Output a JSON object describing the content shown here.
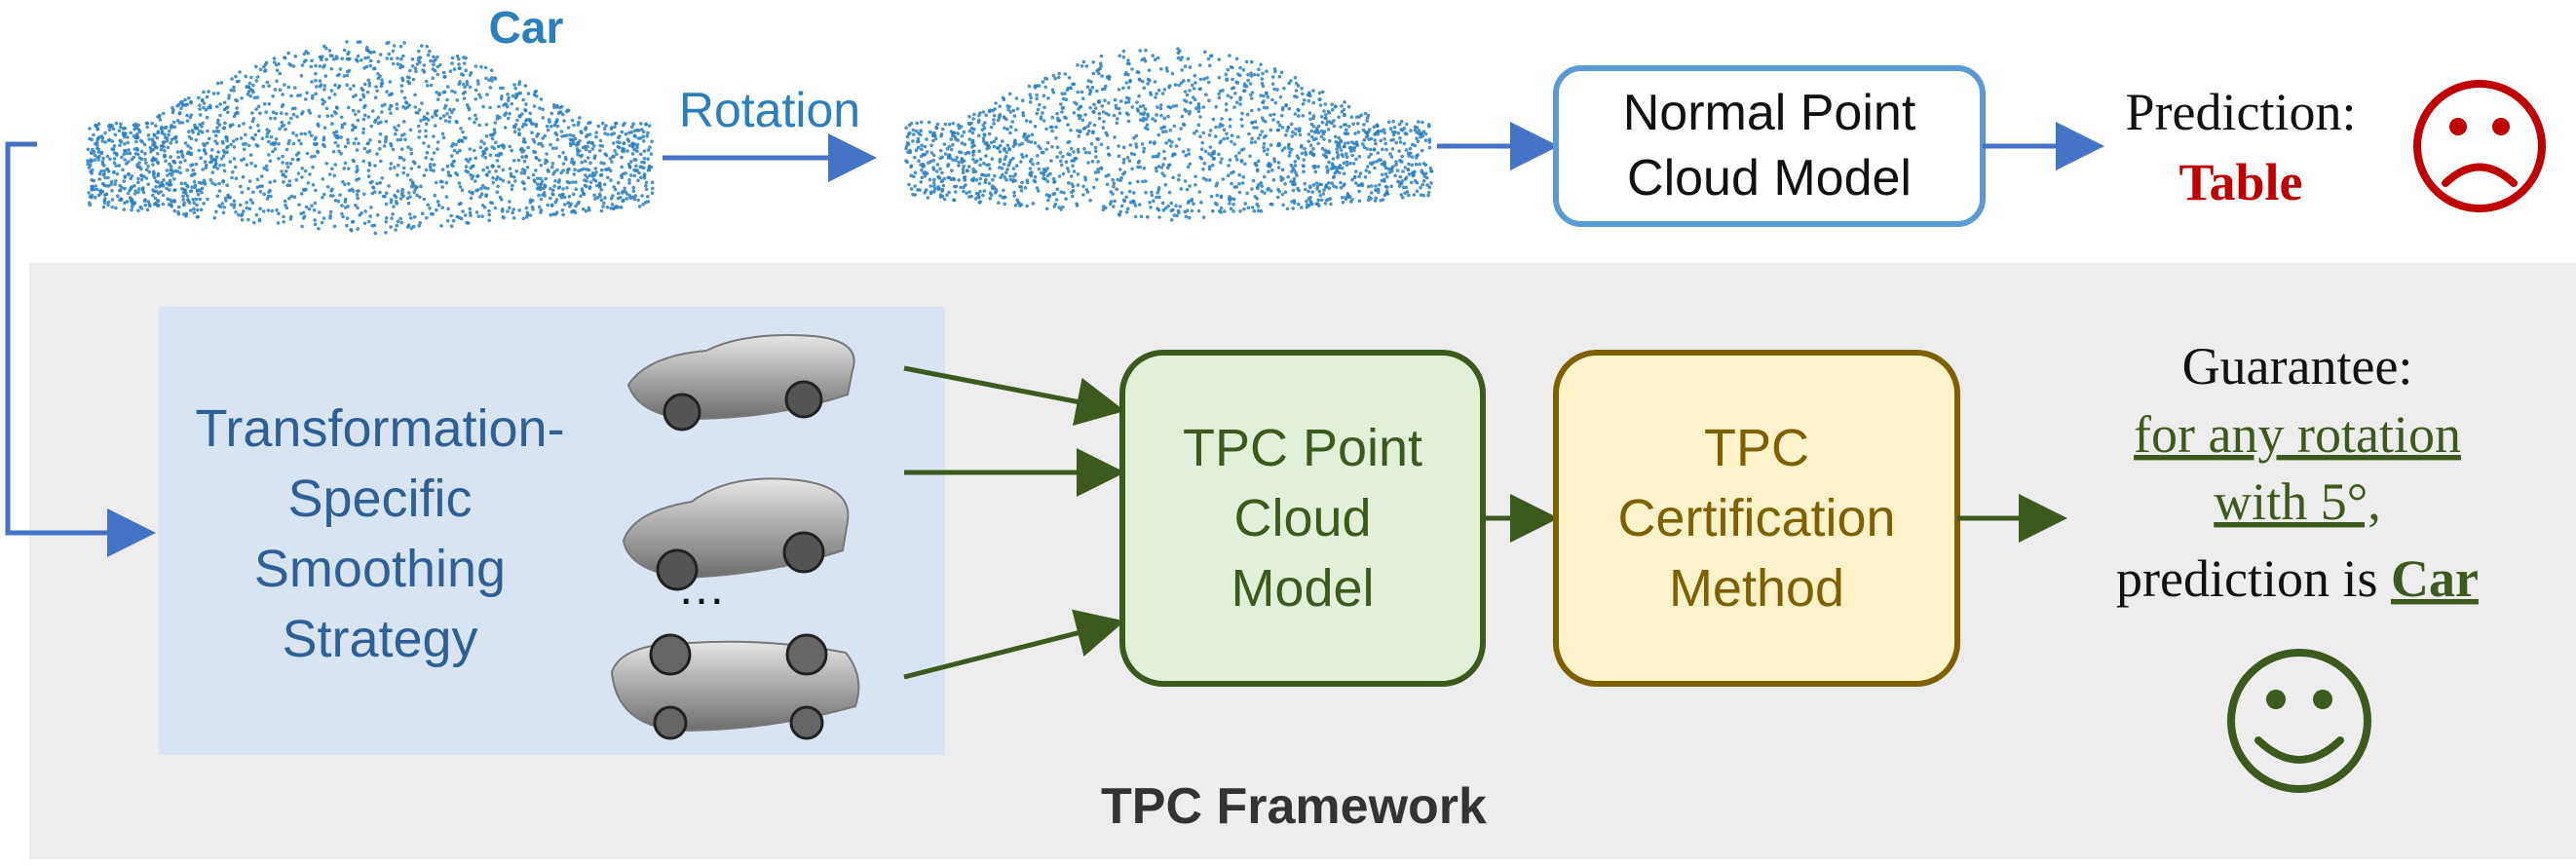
{
  "top": {
    "input_label": "Car",
    "arrow_label": "Rotation",
    "model_line1": "Normal Point",
    "model_line2": "Cloud Model",
    "prediction_label": "Prediction:",
    "prediction_value": "Table"
  },
  "framework": {
    "title": "TPC Framework",
    "smoothing_lines": [
      "Transformation-",
      "Specific",
      "Smoothing",
      "Strategy"
    ],
    "ellipsis": "…",
    "model_lines": [
      "TPC Point",
      "Cloud",
      "Model"
    ],
    "cert_lines": [
      "TPC",
      "Certification",
      "Method"
    ],
    "guarantee_label": "Guarantee:",
    "guarantee_line1": "for any rotation",
    "guarantee_line2": "with 5°,",
    "guarantee_line3_prefix": "prediction is",
    "guarantee_line3_value": "Car"
  },
  "colors": {
    "point_blue": "#2a7fbf",
    "arrow_blue": "#4472c4",
    "sad_red": "#c00000",
    "happy_green": "#3d5a1e",
    "framework_gray": "#ededed",
    "smoothing_blue": "#d9e4f2",
    "model_green": "#e2efd9",
    "cert_yellow": "#fef2cb",
    "cert_border": "#7f6000",
    "text_blue": "#2e5f96"
  },
  "icons": [
    "sad-face-icon",
    "happy-face-icon",
    "car-render-icon",
    "point-cloud-car-icon"
  ]
}
